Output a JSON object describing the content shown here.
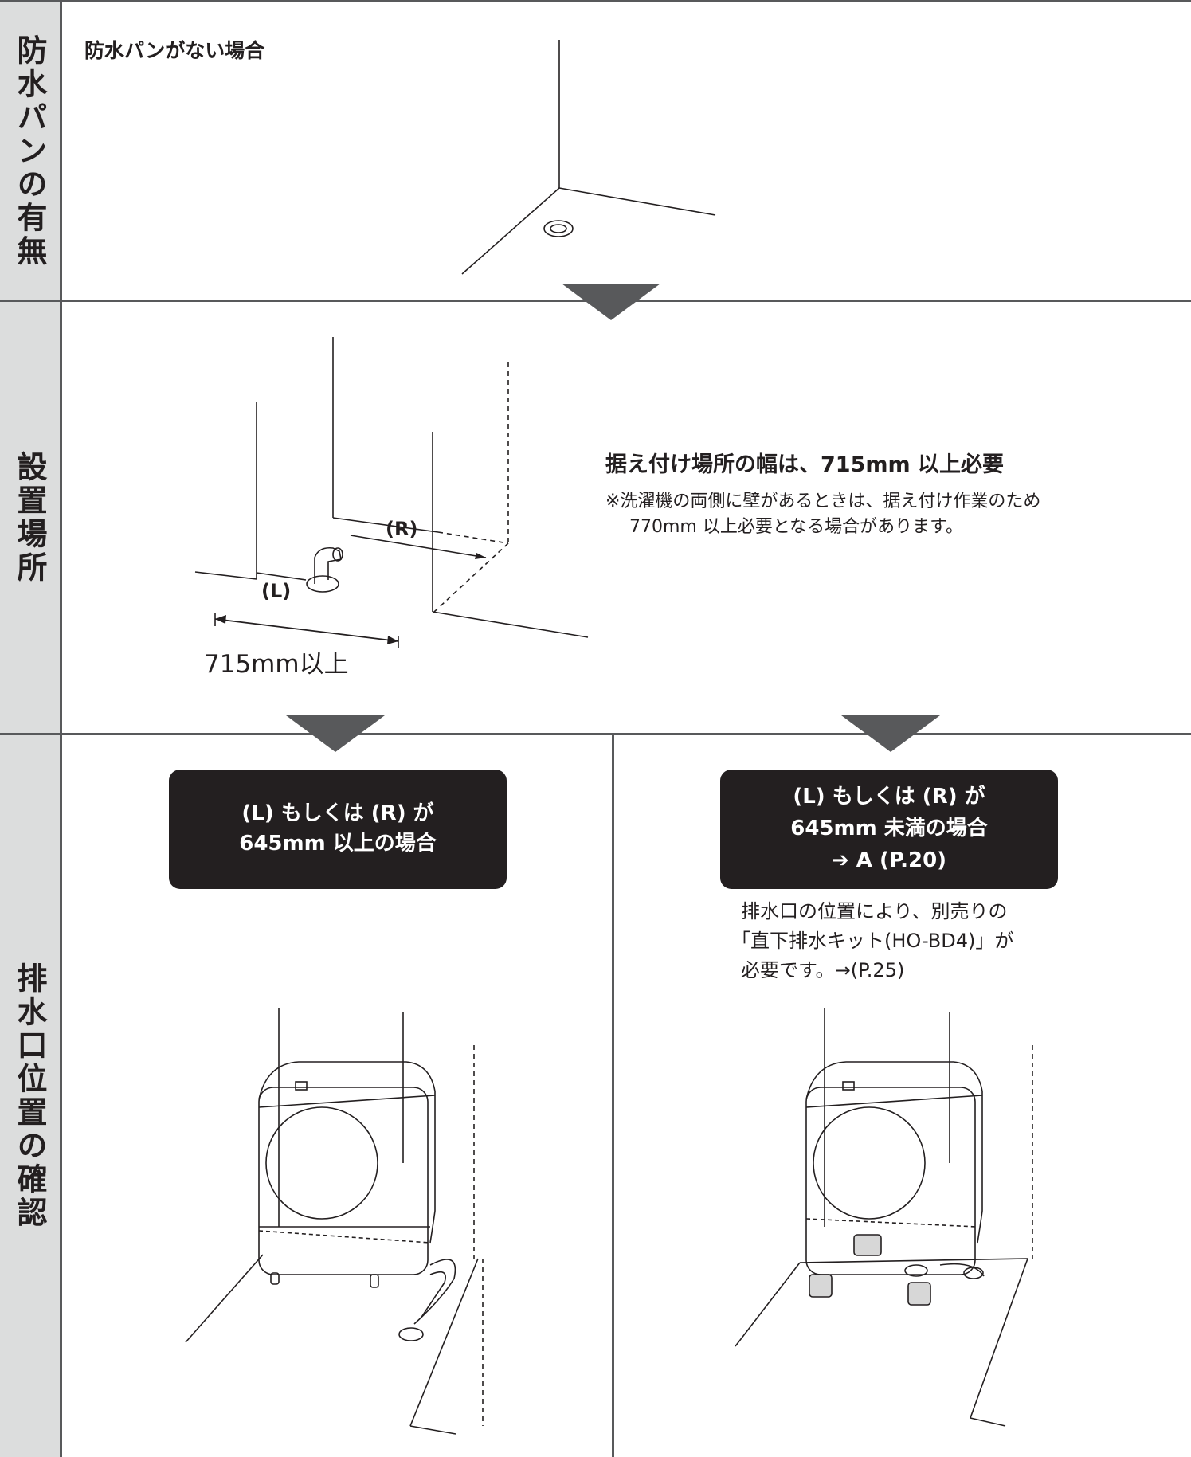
{
  "sections": {
    "pan": {
      "side_label": "防水パンの有無",
      "title": "防水パンがない場合"
    },
    "place": {
      "side_label": "設置場所",
      "headline": "据え付け場所の幅は、715mm 以上必要",
      "note_line1": "※洗濯機の両側に壁があるときは、据え付け作業のため",
      "note_line2": "770mm 以上必要となる場合があります。",
      "dim_label": "715mm以上",
      "left_label": "(L)",
      "right_label": "(R)"
    },
    "drain": {
      "side_label": "排水口位置の確認",
      "left_box_line1": "(L) もしくは (R) が",
      "left_box_line2": "645mm 以上の場合",
      "right_box_line1": "(L) もしくは (R) が",
      "right_box_line2": "645mm 未満の場合",
      "right_box_line3": "➔ A  (P.20)",
      "right_note_line1": "排水口の位置により、別売りの",
      "right_note_line2": "「直下排水キット(HO-BD4)」が",
      "right_note_line3": "必要です。→(P.25)"
    }
  },
  "colors": {
    "frame": "#58595b",
    "side_bg": "#dcdddd",
    "box_bg": "#231f20"
  }
}
